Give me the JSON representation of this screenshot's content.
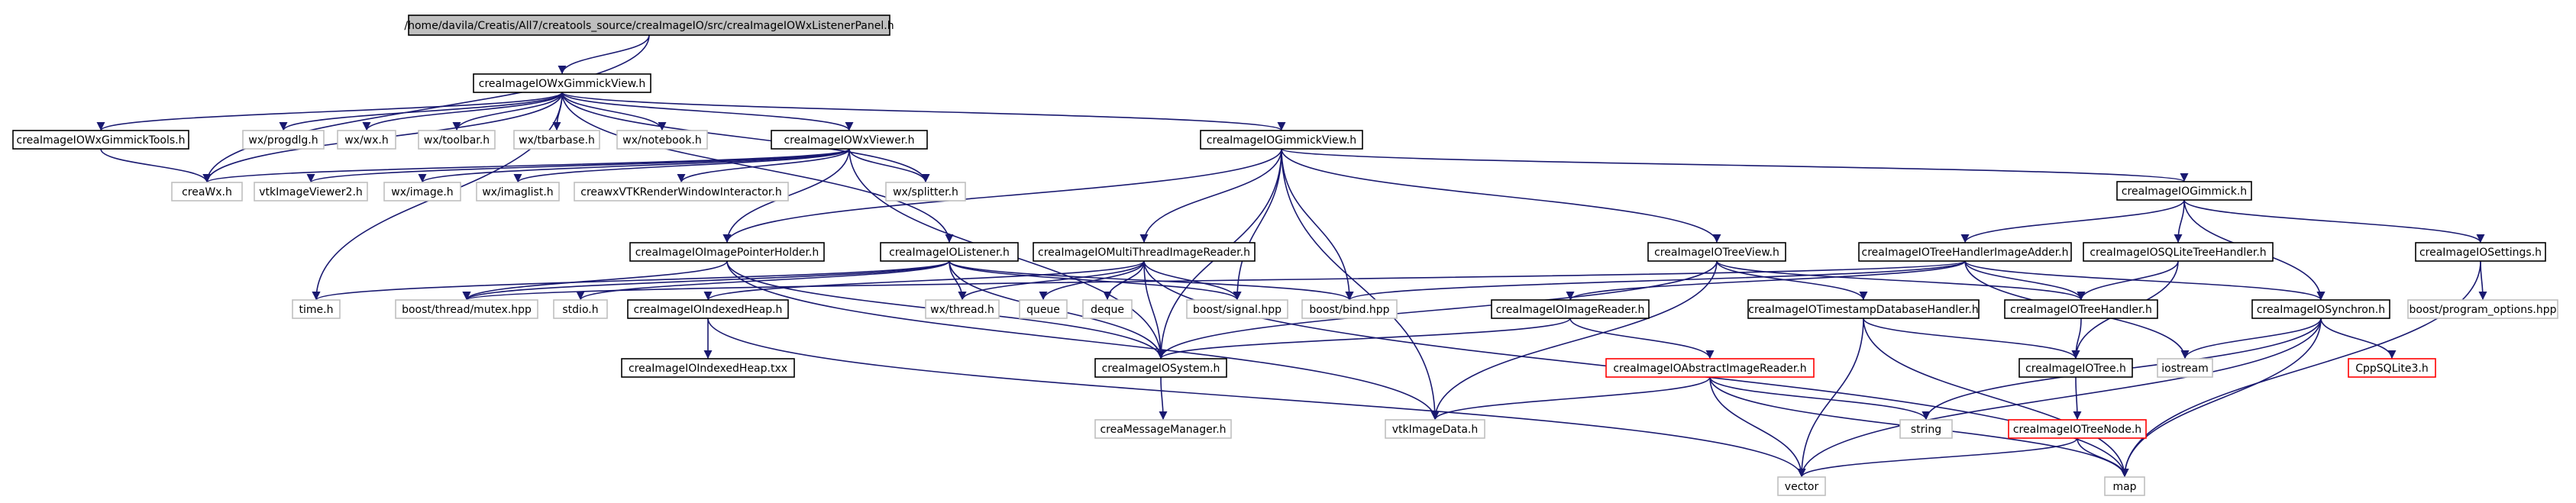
{
  "colors": {
    "edge": "#191970",
    "box_default": "#000000",
    "box_external": "#bfbfbf",
    "box_truncated": "#ff0000",
    "box_root_fill": "#bfbfbf",
    "text_default": "#000000",
    "text_external": "#000000"
  },
  "nodes": [
    {
      "id": "root",
      "label": "/home/davila/Creatis/All7/creatools_source/creaImageIO/src/creaImageIOWxListenerPanel.h",
      "style": "root"
    },
    {
      "id": "gimmickview_wx",
      "label": "creaImageIOWxGimmickView.h",
      "style": "default"
    },
    {
      "id": "gimmicktools",
      "label": "creaImageIOWxGimmickTools.h",
      "style": "default"
    },
    {
      "id": "progdlg",
      "label": "wx/progdlg.h",
      "style": "external"
    },
    {
      "id": "wx_h",
      "label": "wx/wx.h",
      "style": "external"
    },
    {
      "id": "toolbar",
      "label": "wx/toolbar.h",
      "style": "external"
    },
    {
      "id": "tbarbase",
      "label": "wx/tbarbase.h",
      "style": "external"
    },
    {
      "id": "notebook",
      "label": "wx/notebook.h",
      "style": "external"
    },
    {
      "id": "wxviewer",
      "label": "creaImageIOWxViewer.h",
      "style": "default"
    },
    {
      "id": "splitter",
      "label": "wx/splitter.h",
      "style": "external"
    },
    {
      "id": "gimmickview",
      "label": "creaImageIOGimmickView.h",
      "style": "default"
    },
    {
      "id": "creawx",
      "label": "creaWx.h",
      "style": "external"
    },
    {
      "id": "vtkviewer2",
      "label": "vtkImageViewer2.h",
      "style": "external"
    },
    {
      "id": "wximage",
      "label": "wx/image.h",
      "style": "external"
    },
    {
      "id": "imaglist",
      "label": "wx/imaglist.h",
      "style": "external"
    },
    {
      "id": "creawxvtk",
      "label": "creawxVTKRenderWindowInteractor.h",
      "style": "external"
    },
    {
      "id": "gimmick",
      "label": "creaImageIOGimmick.h",
      "style": "default"
    },
    {
      "id": "pointerholder",
      "label": "creaImageIOImagePointerHolder.h",
      "style": "default"
    },
    {
      "id": "listener",
      "label": "creaImageIOListener.h",
      "style": "default"
    },
    {
      "id": "multithread",
      "label": "creaImageIOMultiThreadImageReader.h",
      "style": "default"
    },
    {
      "id": "treeview",
      "label": "creaImageIOTreeView.h",
      "style": "default"
    },
    {
      "id": "treehandleradder",
      "label": "creaImageIOTreeHandlerImageAdder.h",
      "style": "default"
    },
    {
      "id": "sqlitetreehandler",
      "label": "creaImageIOSQLiteTreeHandler.h",
      "style": "default"
    },
    {
      "id": "settings",
      "label": "creaImageIOSettings.h",
      "style": "default"
    },
    {
      "id": "time",
      "label": "time.h",
      "style": "external"
    },
    {
      "id": "mutex",
      "label": "boost/thread/mutex.hpp",
      "style": "external"
    },
    {
      "id": "stdio",
      "label": "stdio.h",
      "style": "external"
    },
    {
      "id": "indexedheap",
      "label": "creaImageIOIndexedHeap.h",
      "style": "default"
    },
    {
      "id": "wxthread",
      "label": "wx/thread.h",
      "style": "external"
    },
    {
      "id": "queue",
      "label": "queue",
      "style": "external"
    },
    {
      "id": "deque",
      "label": "deque",
      "style": "external"
    },
    {
      "id": "signal",
      "label": "boost/signal.hpp",
      "style": "external"
    },
    {
      "id": "bind",
      "label": "boost/bind.hpp",
      "style": "external"
    },
    {
      "id": "imagereader",
      "label": "creaImageIOImageReader.h",
      "style": "default"
    },
    {
      "id": "timestampdb",
      "label": "creaImageIOTimestampDatabaseHandler.h",
      "style": "default"
    },
    {
      "id": "treehandler",
      "label": "creaImageIOTreeHandler.h",
      "style": "default"
    },
    {
      "id": "synchron",
      "label": "creaImageIOSynchron.h",
      "style": "default"
    },
    {
      "id": "program_options",
      "label": "boost/program_options.hpp",
      "style": "external"
    },
    {
      "id": "indexedheap_txx",
      "label": "creaImageIOIndexedHeap.txx",
      "style": "default"
    },
    {
      "id": "system",
      "label": "creaImageIOSystem.h",
      "style": "default"
    },
    {
      "id": "abstractreader",
      "label": "creaImageIOAbstractImageReader.h",
      "style": "truncated"
    },
    {
      "id": "tree",
      "label": "creaImageIOTree.h",
      "style": "default"
    },
    {
      "id": "iostream",
      "label": "iostream",
      "style": "external"
    },
    {
      "id": "cppsqlite3",
      "label": "CppSQLite3.h",
      "style": "truncated"
    },
    {
      "id": "messagemanager",
      "label": "creaMessageManager.h",
      "style": "external"
    },
    {
      "id": "vtkimagedata",
      "label": "vtkImageData.h",
      "style": "external"
    },
    {
      "id": "string",
      "label": "string",
      "style": "external"
    },
    {
      "id": "treenode",
      "label": "creaImageIOTreeNode.h",
      "style": "truncated"
    },
    {
      "id": "vector",
      "label": "vector",
      "style": "external"
    },
    {
      "id": "map",
      "label": "map",
      "style": "external"
    }
  ],
  "edges": [
    [
      "root",
      "gimmickview_wx"
    ],
    [
      "root",
      "creawx"
    ],
    [
      "gimmickview_wx",
      "gimmicktools"
    ],
    [
      "gimmickview_wx",
      "progdlg"
    ],
    [
      "gimmickview_wx",
      "wx_h"
    ],
    [
      "gimmickview_wx",
      "toolbar"
    ],
    [
      "gimmickview_wx",
      "tbarbase"
    ],
    [
      "gimmickview_wx",
      "notebook"
    ],
    [
      "gimmickview_wx",
      "wxviewer"
    ],
    [
      "gimmickview_wx",
      "splitter"
    ],
    [
      "gimmickview_wx",
      "gimmickview"
    ],
    [
      "gimmickview_wx",
      "creawx"
    ],
    [
      "gimmickview_wx",
      "listener"
    ],
    [
      "gimmickview_wx",
      "time"
    ],
    [
      "gimmicktools",
      "creawx"
    ],
    [
      "wxviewer",
      "creawx"
    ],
    [
      "wxviewer",
      "vtkviewer2"
    ],
    [
      "wxviewer",
      "wximage"
    ],
    [
      "wxviewer",
      "imaglist"
    ],
    [
      "wxviewer",
      "creawxvtk"
    ],
    [
      "wxviewer",
      "splitter"
    ],
    [
      "wxviewer",
      "pointerholder"
    ],
    [
      "wxviewer",
      "system"
    ],
    [
      "gimmickview",
      "gimmick"
    ],
    [
      "gimmickview",
      "pointerholder"
    ],
    [
      "gimmickview",
      "multithread"
    ],
    [
      "gimmickview",
      "treeview"
    ],
    [
      "gimmickview",
      "signal"
    ],
    [
      "gimmickview",
      "bind"
    ],
    [
      "gimmickview",
      "system"
    ],
    [
      "gimmickview",
      "vtkimagedata"
    ],
    [
      "gimmick",
      "treehandleradder"
    ],
    [
      "gimmick",
      "sqlitetreehandler"
    ],
    [
      "gimmick",
      "settings"
    ],
    [
      "gimmick",
      "synchron"
    ],
    [
      "pointerholder",
      "mutex"
    ],
    [
      "pointerholder",
      "system"
    ],
    [
      "pointerholder",
      "vtkimagedata"
    ],
    [
      "listener",
      "time"
    ],
    [
      "listener",
      "mutex"
    ],
    [
      "listener",
      "stdio"
    ],
    [
      "listener",
      "wxthread"
    ],
    [
      "listener",
      "signal"
    ],
    [
      "listener",
      "bind"
    ],
    [
      "listener",
      "system"
    ],
    [
      "multithread",
      "indexedheap"
    ],
    [
      "multithread",
      "wxthread"
    ],
    [
      "multithread",
      "queue"
    ],
    [
      "multithread",
      "deque"
    ],
    [
      "multithread",
      "signal"
    ],
    [
      "multithread",
      "system"
    ],
    [
      "multithread",
      "map"
    ],
    [
      "treeview",
      "treehandler"
    ],
    [
      "treeview",
      "timestampdb"
    ],
    [
      "treeview",
      "system"
    ],
    [
      "treeview",
      "vtkimagedata"
    ],
    [
      "treehandleradder",
      "mutex"
    ],
    [
      "treehandleradder",
      "bind"
    ],
    [
      "treehandleradder",
      "imagereader"
    ],
    [
      "treehandleradder",
      "treehandler"
    ],
    [
      "treehandleradder",
      "synchron"
    ],
    [
      "treehandleradder",
      "iostream"
    ],
    [
      "sqlitetreehandler",
      "treehandler"
    ],
    [
      "sqlitetreehandler",
      "tree"
    ],
    [
      "settings",
      "program_options"
    ],
    [
      "settings",
      "map"
    ],
    [
      "indexedheap",
      "indexedheap_txx"
    ],
    [
      "indexedheap",
      "vector"
    ],
    [
      "imagereader",
      "system"
    ],
    [
      "imagereader",
      "abstractreader"
    ],
    [
      "timestampdb",
      "tree"
    ],
    [
      "timestampdb",
      "vector"
    ],
    [
      "timestampdb",
      "map"
    ],
    [
      "treehandler",
      "tree"
    ],
    [
      "synchron",
      "iostream"
    ],
    [
      "synchron",
      "cppsqlite3"
    ],
    [
      "synchron",
      "string"
    ],
    [
      "synchron",
      "vector"
    ],
    [
      "synchron",
      "map"
    ],
    [
      "system",
      "messagemanager"
    ],
    [
      "abstractreader",
      "vtkimagedata"
    ],
    [
      "abstractreader",
      "string"
    ],
    [
      "abstractreader",
      "vector"
    ],
    [
      "abstractreader",
      "map"
    ],
    [
      "tree",
      "treenode"
    ],
    [
      "treenode",
      "vector"
    ],
    [
      "treenode",
      "map"
    ]
  ]
}
